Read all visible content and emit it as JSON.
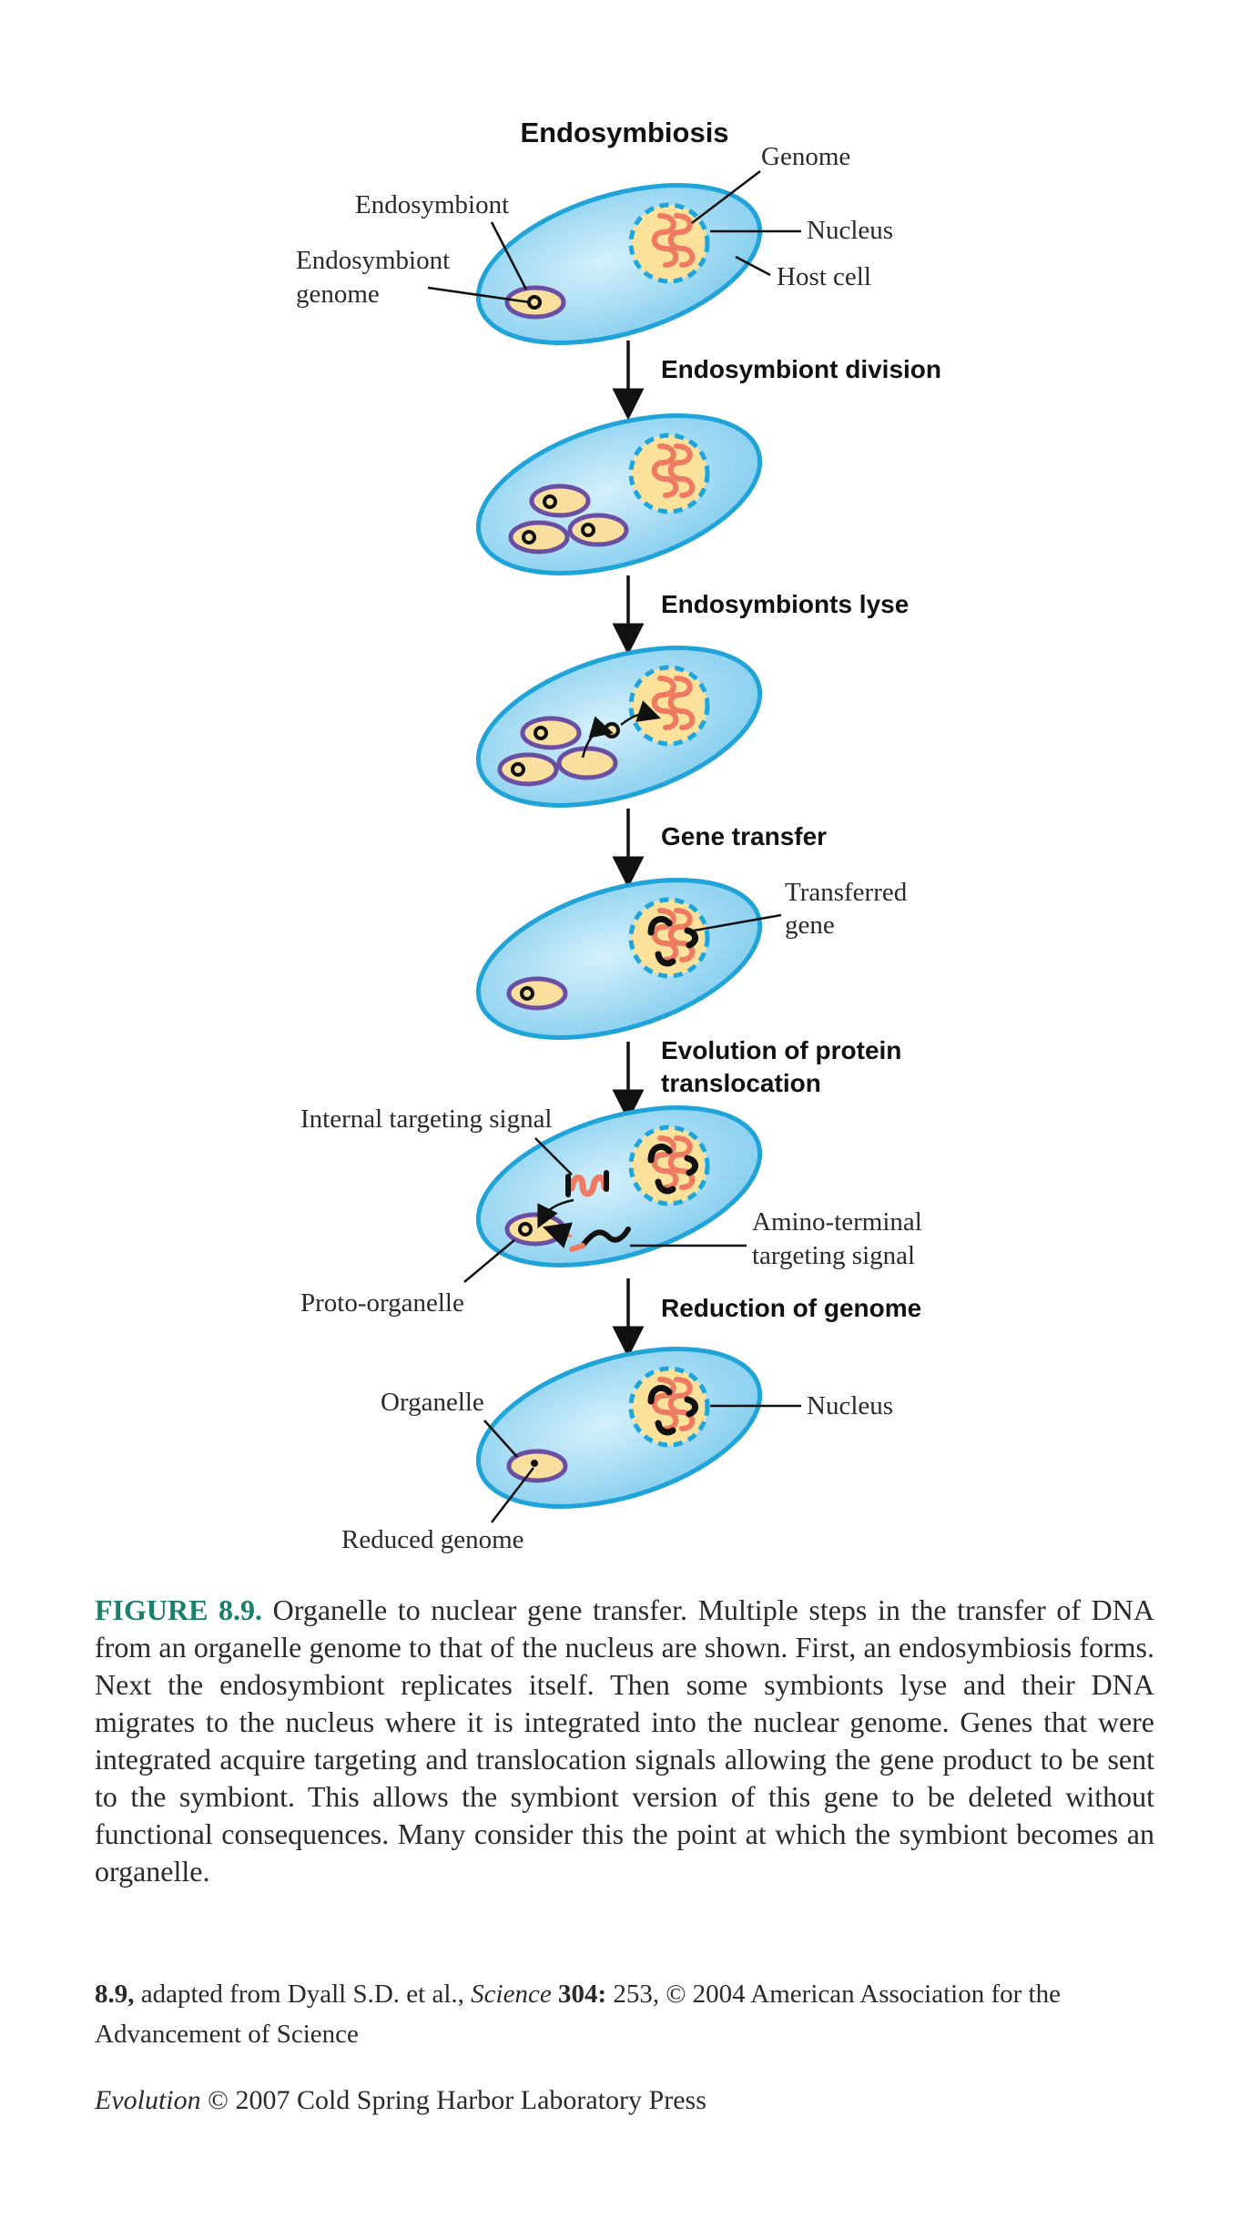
{
  "diagram": {
    "title": "Endosymbiosis",
    "steps": {
      "s1": "Endosymbiont division",
      "s2": "Endosymbionts lyse",
      "s3": "Gene transfer",
      "s4_line1": "Evolution of protein",
      "s4_line2": "translocation",
      "s5": "Reduction of genome"
    },
    "labels": {
      "genome": "Genome",
      "endosymbiont": "Endosymbiont",
      "nucleus": "Nucleus",
      "endosymbiont_genome_line1": "Endosymbiont",
      "endosymbiont_genome_line2": "genome",
      "host_cell": "Host cell",
      "transferred_gene_line1": "Transferred",
      "transferred_gene_line2": "gene",
      "internal_targeting_signal": "Internal targeting signal",
      "amino_terminal_line1": "Amino-terminal",
      "amino_terminal_line2": "targeting signal",
      "proto_organelle": "Proto-organelle",
      "organelle": "Organelle",
      "nucleus_bottom": "Nucleus",
      "reduced_genome": "Reduced genome"
    },
    "colors": {
      "cell_fill": "#8fd2ee",
      "cell_stroke": "#1fa3d8",
      "nucleus_fill": "#fbe19a",
      "nucleus_border": "#1ea5dc",
      "genome": "#ee7a62",
      "symbiont_fill": "#f8df9e",
      "symbiont_stroke": "#6a4ea2",
      "transferred_gene": "#111111"
    }
  },
  "caption": {
    "figure_label": "FIGURE 8.9.",
    "text": " Organelle to nuclear gene transfer. Multiple steps in the transfer of DNA from an organelle genome to that of the nucleus are shown. First, an endosymbiosis forms. Next the endosymbiont replicates itself. Then some symbionts lyse and their DNA migrates to the nucleus where it is integrated into the nuclear genome. Genes that were integrated acquire targeting and translocation signals allowing the gene product to be sent to the symbiont. This allows the symbiont version of this gene to be deleted without functional consequences. Many consider this the point at which the symbiont becomes an organelle."
  },
  "credit": {
    "ref": "8.9,",
    "text1": " adapted from Dyall S.D. et al., ",
    "journal": "Science",
    "volume": " 304:",
    "text2": " 253, © 2004 American Association for the Advancement of Science"
  },
  "press": {
    "book": "Evolution",
    "text": " © 2007 Cold Spring Harbor Laboratory Press"
  }
}
